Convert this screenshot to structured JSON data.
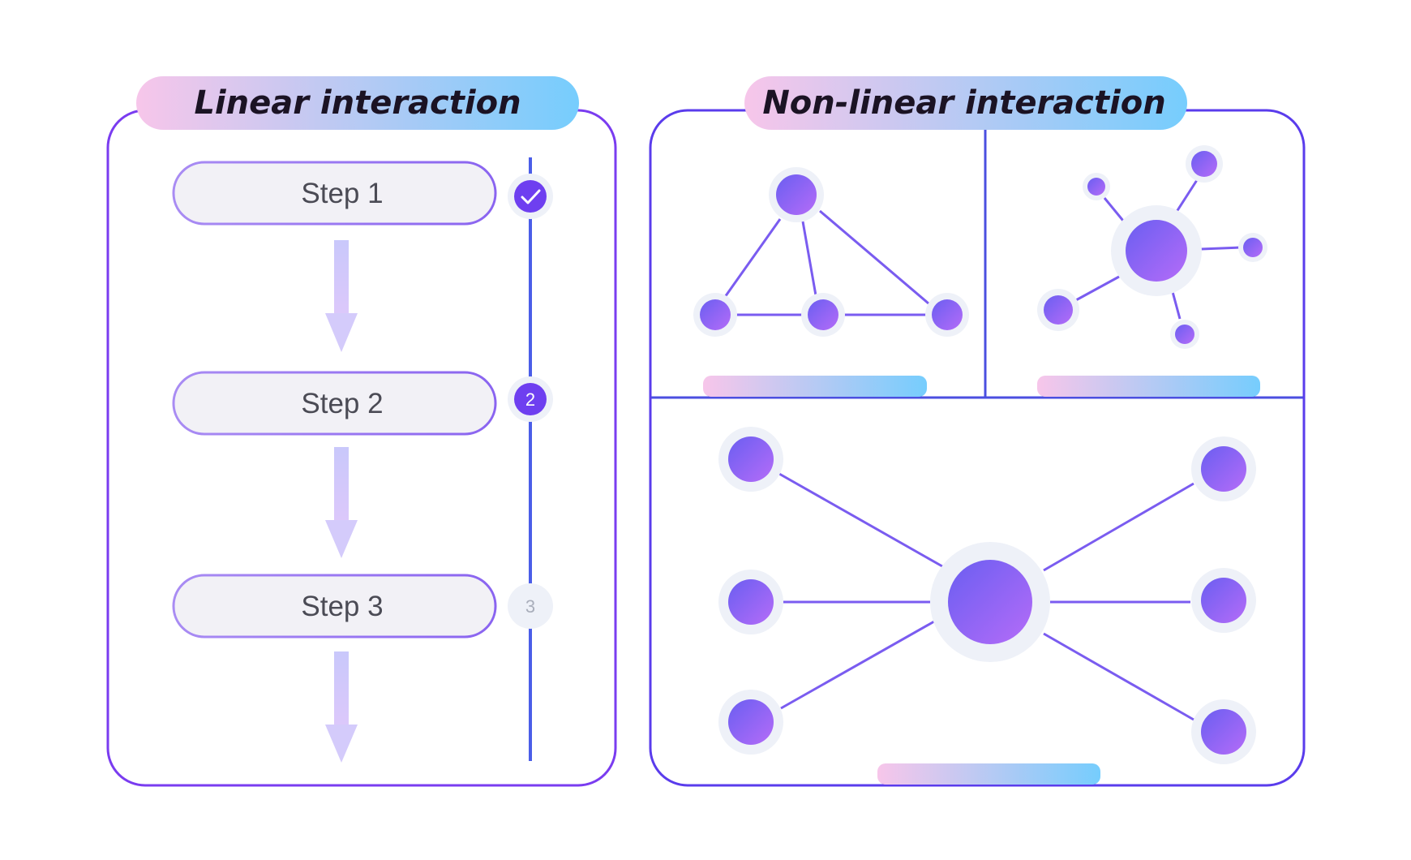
{
  "linear_panel": {
    "title": "Linear interaction",
    "steps": [
      {
        "label": "Step 1",
        "status": "completed",
        "marker": "check-icon"
      },
      {
        "label": "Step 2",
        "status": "current",
        "marker": "2"
      },
      {
        "label": "Step 3",
        "status": "upcoming",
        "marker": "3"
      }
    ]
  },
  "nonlinear_panel": {
    "title": "Non-linear interaction"
  },
  "colors": {
    "frame": "#7a3cf0",
    "frame_right": "#5140e8",
    "timeline": "#4b5ee8",
    "node_start": "#6b5cf0",
    "node_end": "#b06cf7",
    "node_halo": "#eef1f8",
    "edge": "#7a5cf0",
    "arrow": "#d4cbfb",
    "pill_fill": "#f2f1f6",
    "badge_current": "#6e3ff0",
    "badge_upcoming": "#a9aebb",
    "gradient_start": "#f7c6ea",
    "gradient_end": "#76cdfd"
  }
}
